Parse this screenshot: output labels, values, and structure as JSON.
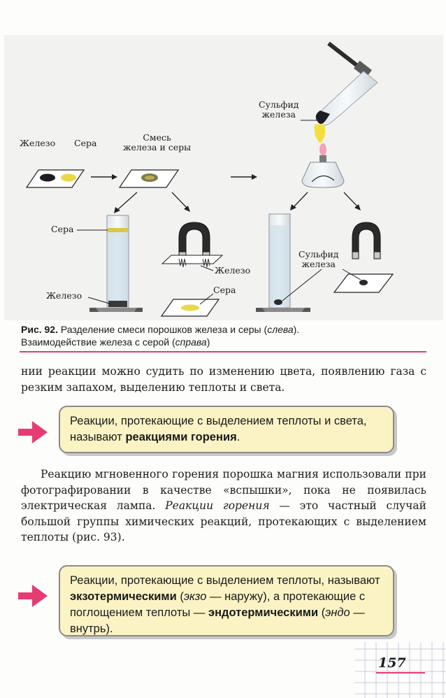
{
  "figure": {
    "labels": {
      "iron": "Железо",
      "sulfur": "Сера",
      "mixture": "Смесь\nжелеза и серы",
      "iron_sulfide_top": "Сульфид\nжелеза",
      "sulfur_cylinder": "Сера",
      "iron_cylinder": "Железо",
      "iron_magnet": "Железо",
      "sulfur_plate": "Сера",
      "iron_sulfide_bottom": "Сульфид\nжелеза"
    },
    "caption": {
      "prefix": "Рис. 92.",
      "line1": " Разделение смеси порошков железа и серы (",
      "line1_italic": "слева",
      "line1_end": ").",
      "line2": "Взаимодействие железа с серой (",
      "line2_italic": "справа",
      "line2_end": ")"
    }
  },
  "paragraph1": "нии реакции можно судить по изменению цвета, появлению газа с резким запахом, выделению теплоты и света.",
  "box1": {
    "text": "Реакции, протекающие с выделением теплоты и света, называют ",
    "bold": "реакциями горения",
    "end": "."
  },
  "paragraph2": {
    "text": "Реакцию мгновенного горения порошка магния использовали при фотографировании в качестве «вспышки», пока не появилась электрическая лампа. ",
    "italic": "Реакции горения",
    "text2": " — это частный случай большой группы химических реакций, протекающих с выделением теплоты (рис. 93)."
  },
  "box2": {
    "t1": "Реакции, протекающие с выделением теплоты, называют ",
    "b1": "экзотермическими",
    "t2": " (",
    "i1": "экзо",
    "t3": " — наружу), а протекающие с поглощением теплоты — ",
    "b2": "эндотермическими",
    "t4": " (",
    "i2": "эндо",
    "t5": " — внутрь)."
  },
  "page_number": "157",
  "colors": {
    "accent_pink": "#e63c74",
    "box_fill": "#fbf3c4",
    "sulfur": "#e8d84a"
  }
}
